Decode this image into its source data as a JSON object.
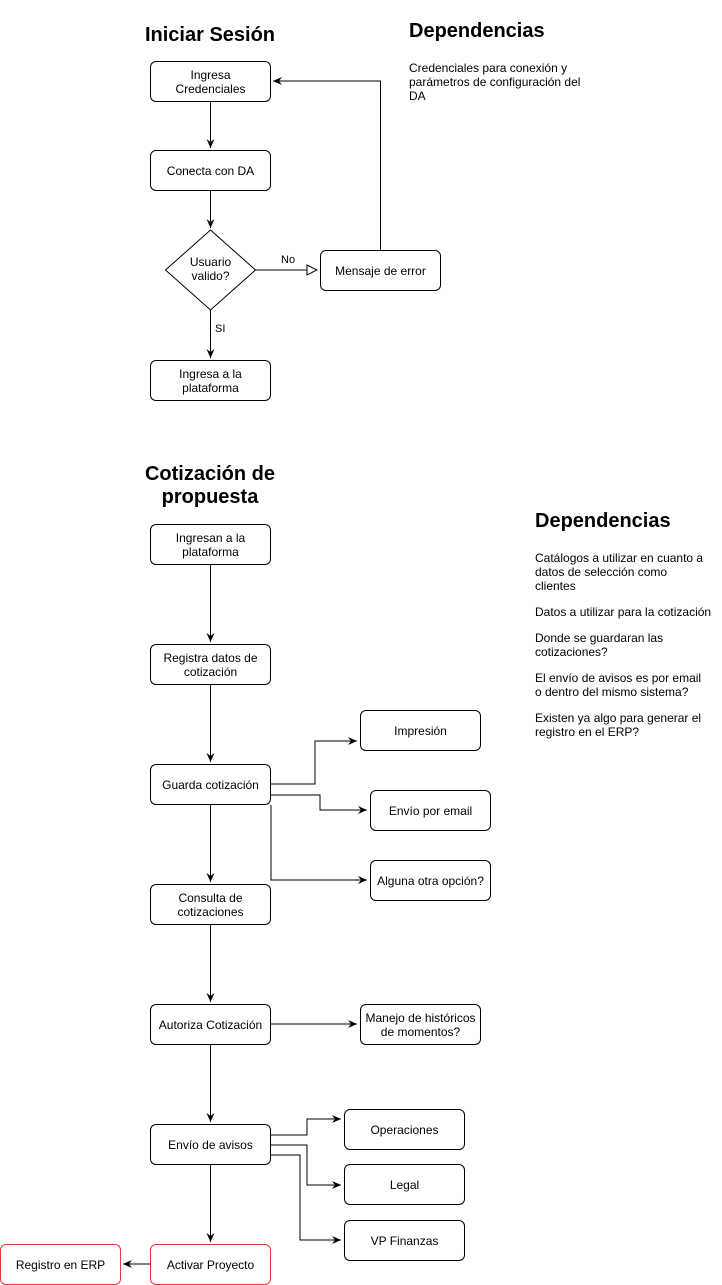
{
  "login": {
    "title": "Iniciar Sesión",
    "dependencies_title": "Dependencias",
    "dependencies_text": "Credenciales para conexión y parámetros de configuración del DA",
    "nodes": {
      "ingresa_credenciales": "Ingresa Credenciales",
      "conecta_da": "Conecta con DA",
      "usuario_valido": "Usuario valido?",
      "mensaje_error": "Mensaje de error",
      "ingresa_plataforma": "Ingresa a la plataforma"
    },
    "edge_labels": {
      "no": "No",
      "si": "SI"
    }
  },
  "quote": {
    "title": "Cotización de propuesta",
    "dependencies_title": "Dependencias",
    "dependencies": [
      "Catálogos a utilizar en cuanto a datos de selección como clientes",
      "Datos a utilizar para la cotización",
      "Donde se guardaran las cotizaciones?",
      "El envío de avisos es por email o dentro del mismo sistema?",
      "Existen ya algo para generar el registro en el ERP?"
    ],
    "nodes": {
      "ingresan_plataforma": "Ingresan a la plataforma",
      "registra_datos": "Registra datos de cotización",
      "guarda_cotizacion": "Guarda cotización",
      "impresion": "Impresión",
      "envio_email": "Envío por email",
      "otra_opcion": "Alguna otra opción?",
      "consulta_cotizaciones": "Consulta de cotizaciones",
      "autoriza": "Autoriza Cotización",
      "historicos": "Manejo de históricos de momentos?",
      "envio_avisos": "Envío de avisos",
      "operaciones": "Operaciones",
      "legal": "Legal",
      "vp_finanzas": "VP Finanzas",
      "activar_proyecto": "Activar Proyecto",
      "registro_erp": "Registro en ERP"
    }
  },
  "colors": {
    "stroke": "#000000",
    "highlight_border": "#e53935",
    "background": "#ffffff"
  }
}
